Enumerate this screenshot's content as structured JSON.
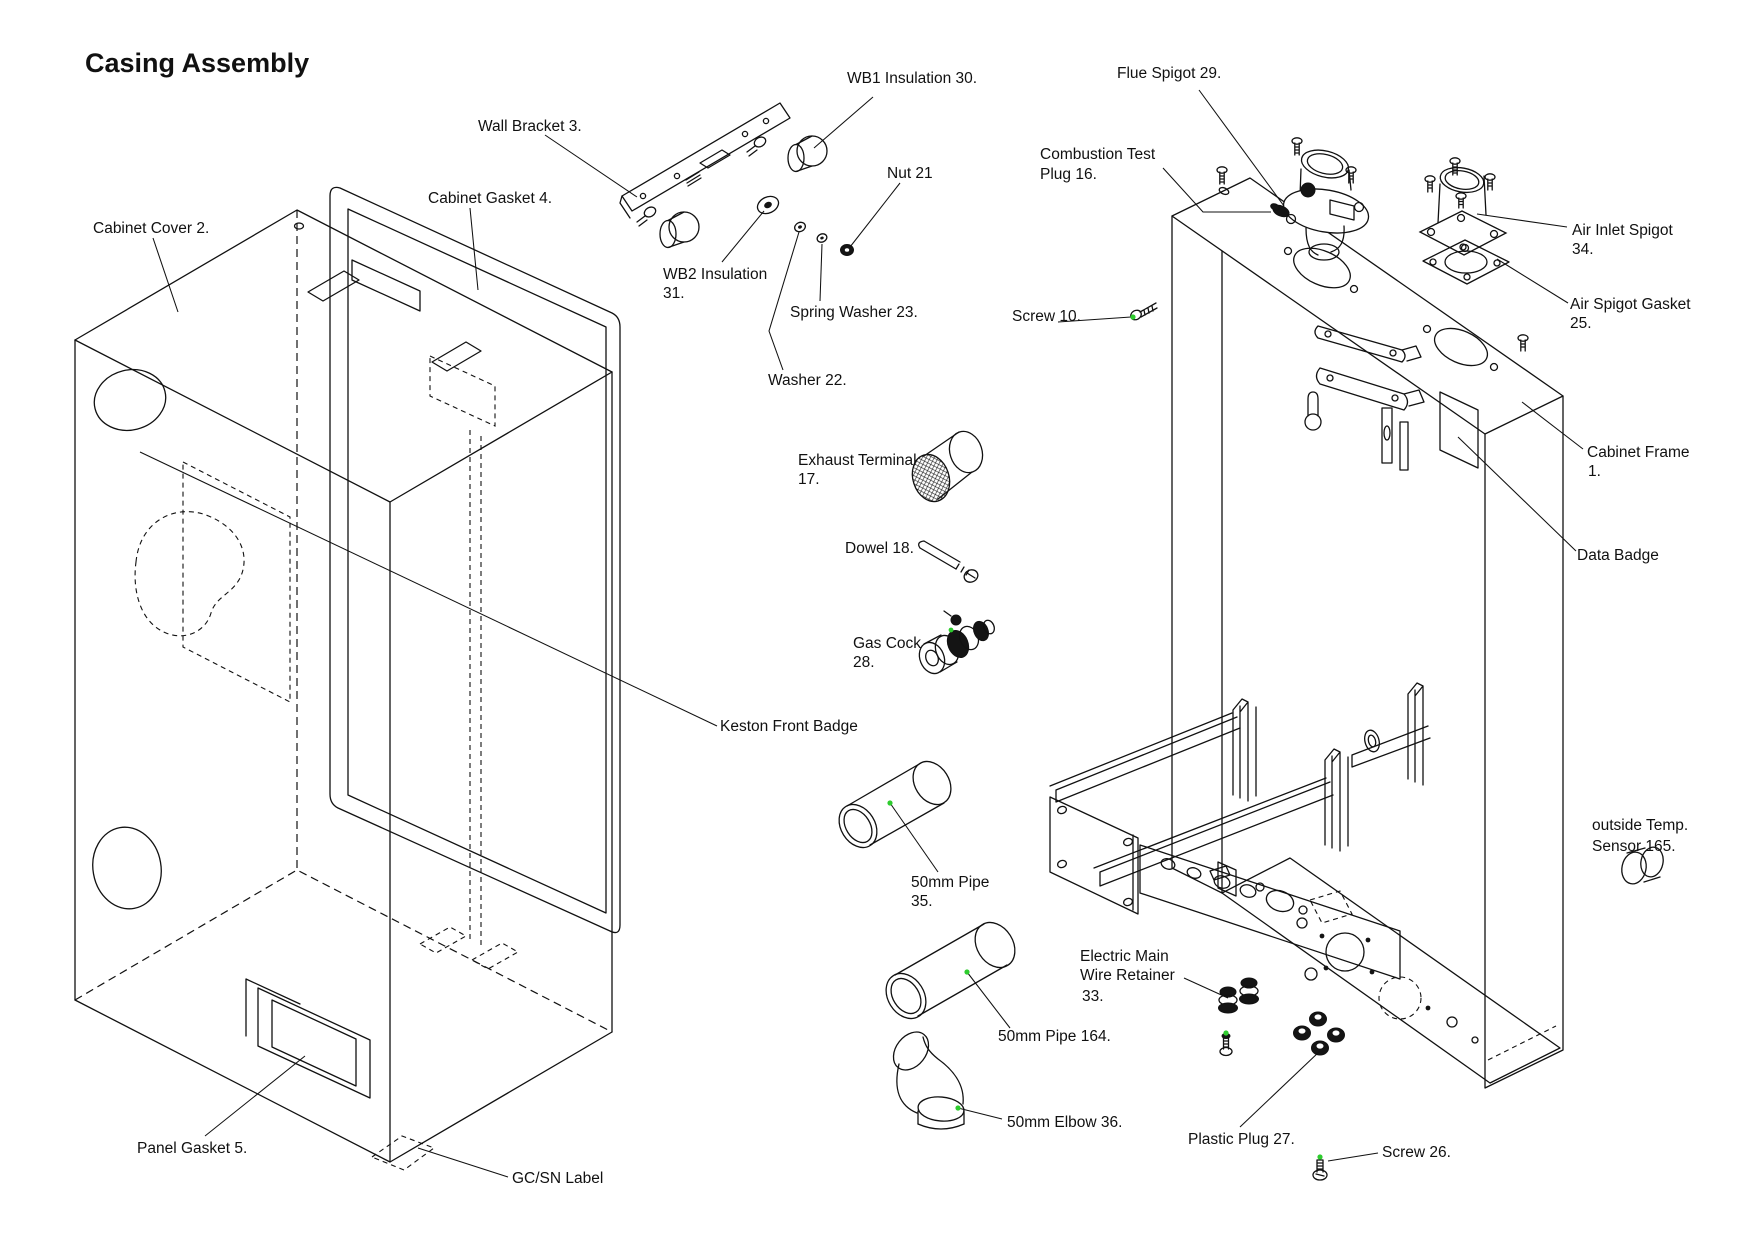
{
  "title": "Casing Assembly",
  "colors": {
    "line": "#111111",
    "marker_green": "#2ecc2e",
    "background": "#ffffff"
  },
  "labels": {
    "cabinet_cover": "Cabinet Cover 2.",
    "wall_bracket": "Wall Bracket 3.",
    "cabinet_gasket": "Cabinet Gasket 4.",
    "wb1_insulation": "WB1 Insulation 30.",
    "nut": "Nut 21",
    "wb2_l1": "WB2 Insulation",
    "wb2_l2": "31.",
    "spring_washer": "Spring Washer 23.",
    "washer": "Washer 22.",
    "exhaust_l1": "Exhaust Terminal",
    "exhaust_l2": "17.",
    "dowel": "Dowel 18.",
    "gas_cock_l1": "Gas Cock",
    "gas_cock_l2": "28.",
    "keston_badge": "Keston Front Badge",
    "pipe35_l1": "50mm Pipe",
    "pipe35_l2": "35.",
    "pipe164": "50mm Pipe 164.",
    "elbow": "50mm Elbow 36.",
    "electric_l1": "Electric Main",
    "electric_l2": "Wire Retainer",
    "electric_l3": "33.",
    "plastic_plug": "Plastic Plug 27.",
    "screw26": "Screw 26.",
    "screw10": "Screw 10.",
    "flue_spigot": "Flue Spigot 29.",
    "combustion_l1": "Combustion Test",
    "combustion_l2": "Plug 16.",
    "air_inlet_l1": "Air Inlet Spigot",
    "air_inlet_l2": "34.",
    "air_gasket_l1": "Air Spigot Gasket",
    "air_gasket_l2": "25.",
    "cabinet_frame_l1": "Cabinet Frame",
    "cabinet_frame_l2": "1.",
    "data_badge": "Data Badge",
    "outside_temp_l1": "outside Temp.",
    "outside_temp_l2": "Sensor 165.",
    "panel_gasket": "Panel Gasket 5.",
    "gcsn": "GC/SN Label"
  }
}
